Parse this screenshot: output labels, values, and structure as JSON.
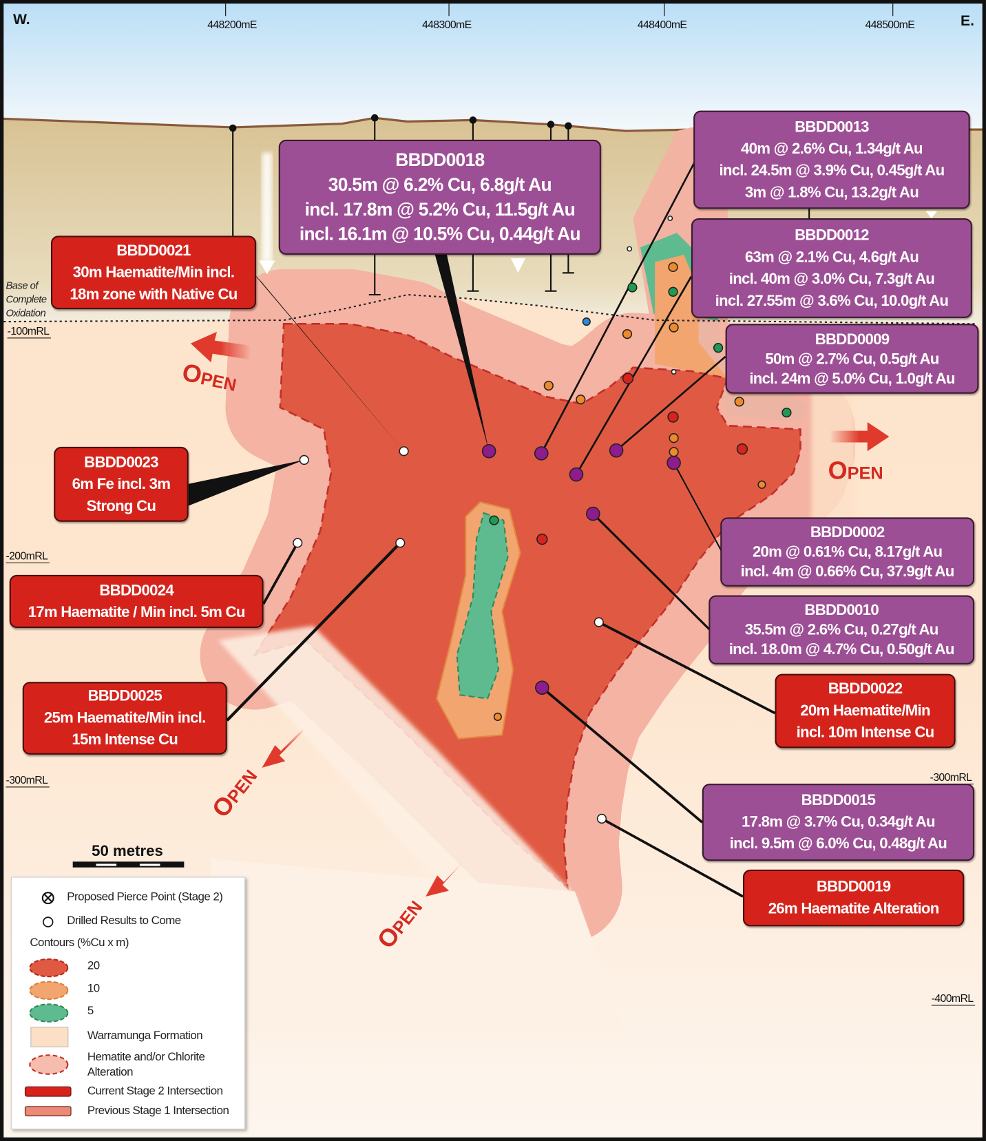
{
  "direction": {
    "west": "W.",
    "east": "E."
  },
  "eastings": [
    "448200mE",
    "448300mE",
    "448400mE",
    "448500mE"
  ],
  "rl_labels": {
    "rl100": "-100mRL",
    "rl200": "-200mRL",
    "rl300_left": "-300mRL",
    "rl300_right": "-300mRL",
    "rl400": "-400mRL"
  },
  "oxidation_label": [
    "Base of",
    "Complete",
    "Oxidation"
  ],
  "open_label": "Open",
  "scale_label": "50 metres",
  "callouts": {
    "bbdd0018": {
      "title": "BBDD0018",
      "lines": [
        "30.5m @ 6.2% Cu, 6.8g/t Au",
        "incl. 17.8m @ 5.2% Cu, 11.5g/t Au",
        "incl. 16.1m @ 10.5% Cu, 0.44g/t Au"
      ]
    },
    "bbdd0013": {
      "title": "BBDD0013",
      "lines": [
        "40m @ 2.6% Cu, 1.34g/t Au",
        "incl. 24.5m @ 3.9% Cu, 0.45g/t Au",
        "3m @ 1.8% Cu, 13.2g/t Au"
      ]
    },
    "bbdd0012": {
      "title": "BBDD0012",
      "lines": [
        "63m @ 2.1% Cu, 4.6g/t Au",
        "incl. 40m @ 3.0% Cu, 7.3g/t Au",
        "incl. 27.55m @ 3.6% Cu, 10.0g/t Au"
      ]
    },
    "bbdd0009": {
      "title": "BBDD0009",
      "lines": [
        "50m @ 2.7% Cu, 0.5g/t Au",
        "incl. 24m @ 5.0% Cu, 1.0g/t Au"
      ]
    },
    "bbdd0002": {
      "title": "BBDD0002",
      "lines": [
        "20m @ 0.61% Cu, 8.17g/t Au",
        "incl. 4m @ 0.66% Cu, 37.9g/t Au"
      ]
    },
    "bbdd0010": {
      "title": "BBDD0010",
      "lines": [
        "35.5m @ 2.6% Cu, 0.27g/t Au",
        "incl. 18.0m @ 4.7% Cu, 0.50g/t Au"
      ]
    },
    "bbdd0022": {
      "title": "BBDD0022",
      "lines": [
        "20m Haematite/Min",
        "incl. 10m Intense Cu"
      ]
    },
    "bbdd0015": {
      "title": "BBDD0015",
      "lines": [
        "17.8m @ 3.7% Cu, 0.34g/t Au",
        "incl. 9.5m @ 6.0% Cu, 0.48g/t Au"
      ]
    },
    "bbdd0019": {
      "title": "BBDD0019",
      "lines": [
        "26m Haematite Alteration"
      ]
    },
    "bbdd0021": {
      "title": "BBDD0021",
      "lines": [
        "30m Haematite/Min incl.",
        "18m zone with Native Cu"
      ]
    },
    "bbdd0023": {
      "title": "BBDD0023",
      "lines": [
        "6m Fe incl. 3m",
        "Strong Cu"
      ]
    },
    "bbdd0024": {
      "title": "BBDD0024",
      "lines": [
        "17m Haematite / Min incl. 5m Cu"
      ]
    },
    "bbdd0025": {
      "title": "BBDD0025",
      "lines": [
        "25m Haematite/Min incl.",
        "15m Intense Cu"
      ]
    }
  },
  "legend": {
    "pierce": "Proposed Pierce Point (Stage 2)",
    "drilled": "Drilled Results to Come",
    "contours_title": "Contours (%Cu x m)",
    "c20": "20",
    "c10": "10",
    "c5": "5",
    "warramunga": "Warramunga Formation",
    "alteration": [
      "Hematite and/or Chlorite",
      "Alteration"
    ],
    "stage2": "Current Stage 2 Intersection",
    "stage1": "Previous Stage 1 Intersection"
  },
  "colors": {
    "contour20": "#e05a43",
    "contour10": "#f2a56e",
    "contour5": "#5dbb8f",
    "alteration": "#f3b3a3",
    "warramunga": "#fce0c6",
    "purple_callout": "#9d4f95",
    "red_callout": "#d5231c"
  }
}
